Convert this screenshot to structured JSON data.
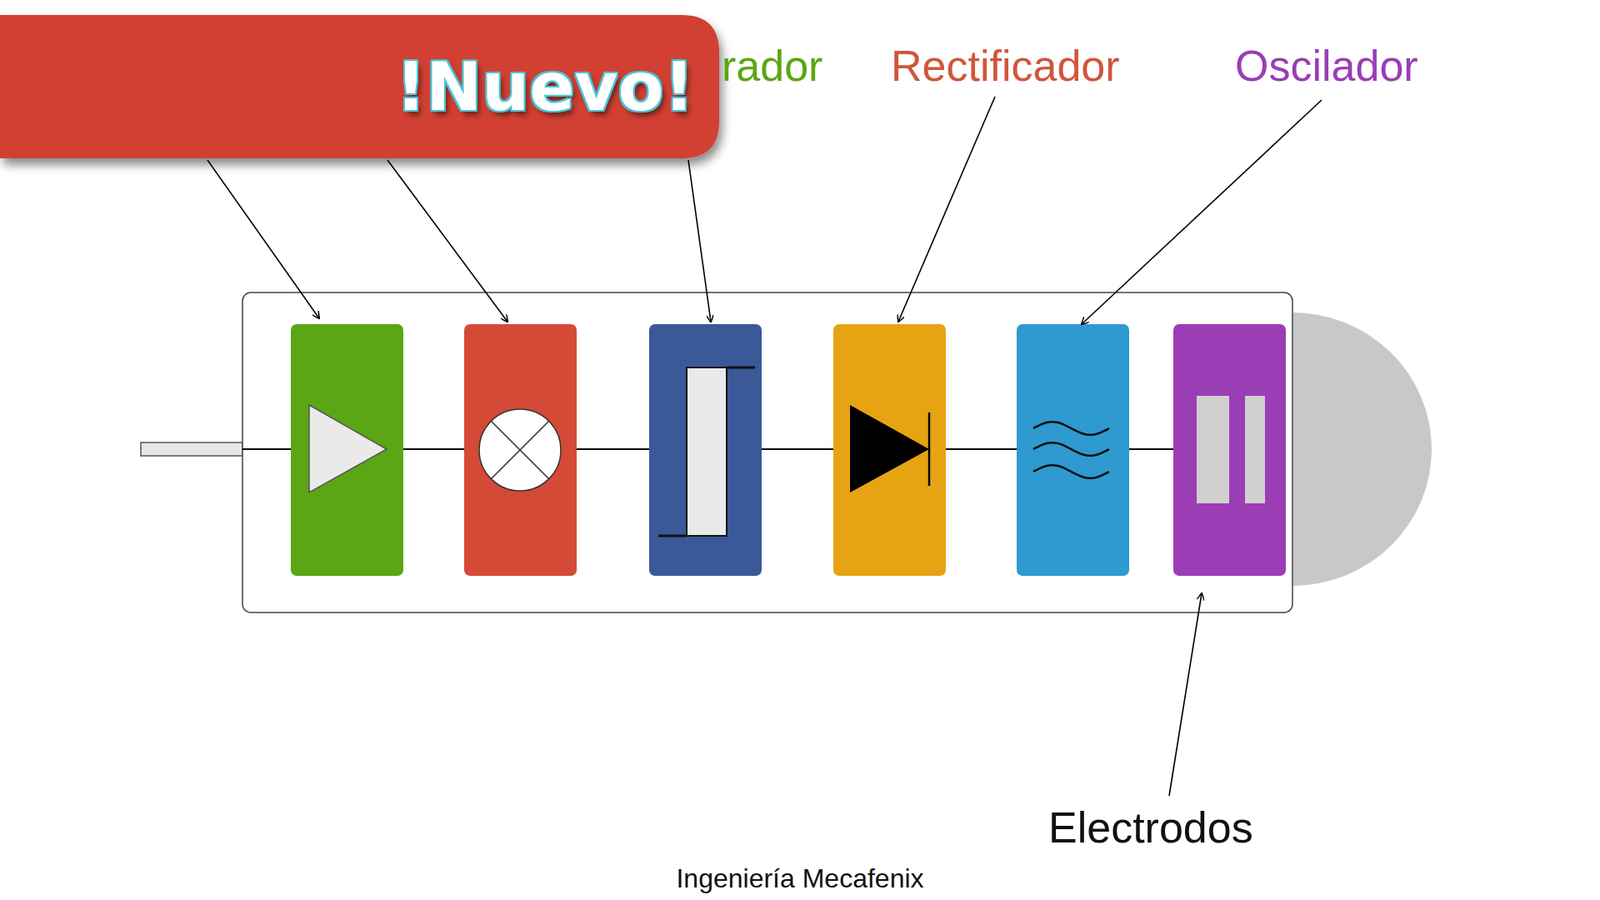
{
  "diagram": {
    "caption": "Ingeniería Mecafenix",
    "nodes": [
      {
        "text": [
          "!Nuevo!"
        ]
      }
    ],
    "labels": [
      "rador",
      "Rectificador",
      "Oscilador",
      "Electrodos"
    ]
  }
}
